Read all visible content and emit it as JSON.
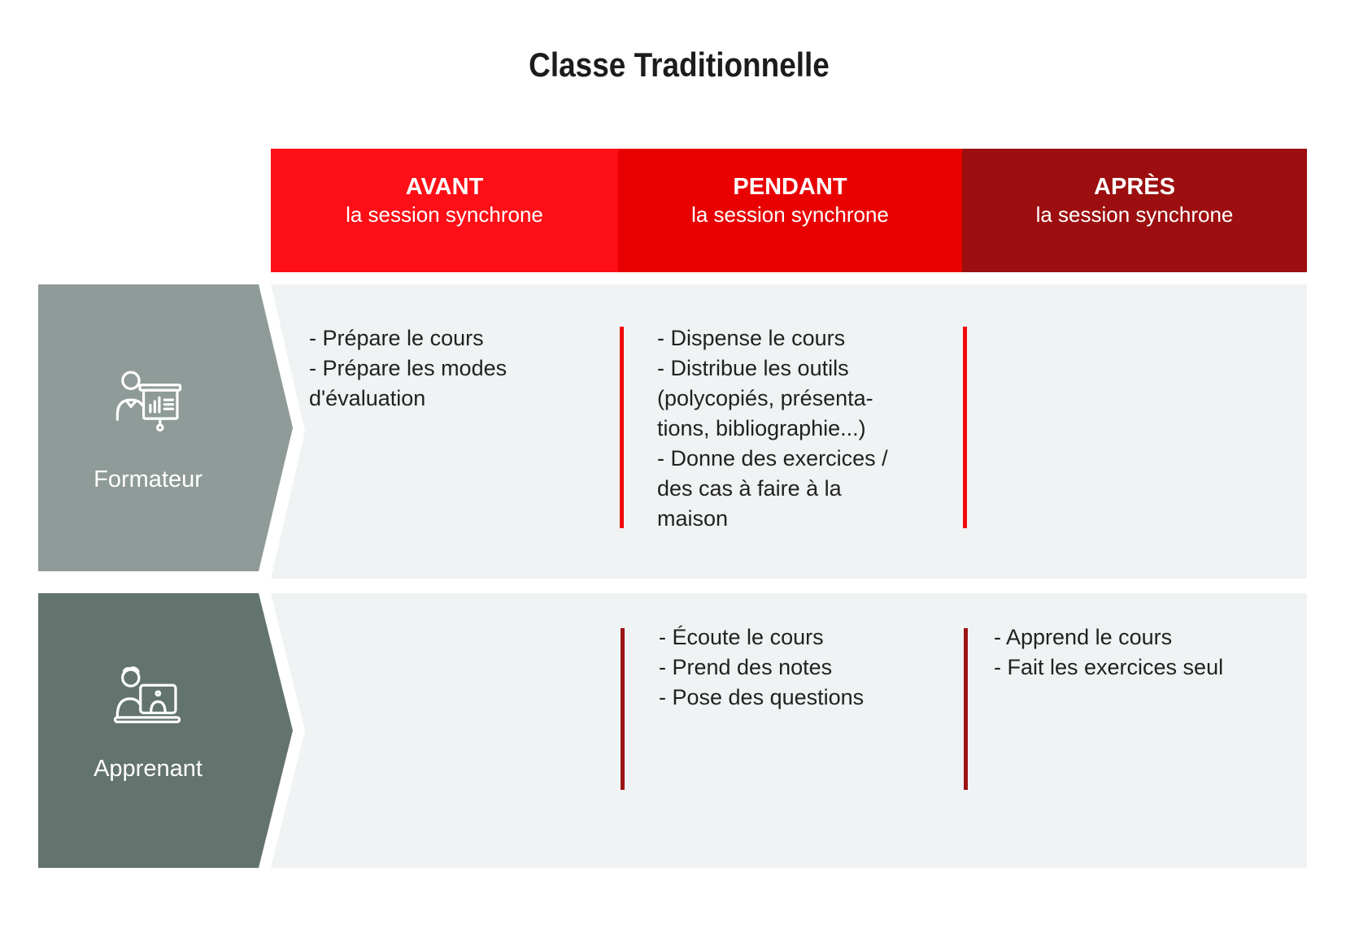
{
  "title": "Classe Traditionnelle",
  "columns": [
    {
      "id": "avant",
      "label": "AVANT",
      "sublabel": "la session synchrone",
      "color": "#fe0e16"
    },
    {
      "id": "pendant",
      "label": "PENDANT",
      "sublabel": "la session synchrone",
      "color": "#e90000"
    },
    {
      "id": "apres",
      "label": "APRÈS",
      "sublabel": "la session synchrone",
      "color": "#9c0e0f"
    }
  ],
  "rows": [
    {
      "id": "formateur",
      "label": "Formateur",
      "icon": "trainer-presentation-icon",
      "chevron_color": "#8f9b98",
      "cells": {
        "avant": "- Prépare le cours\n- Prépare les modes\nd'évaluation",
        "pendant": "- Dispense le cours\n- Distribue les outils\n(polycopiés, présenta-\ntions, bibliographie...)\n- Donne des exercices /\ndes cas à faire à la\nmaison",
        "apres": ""
      }
    },
    {
      "id": "apprenant",
      "label": "Apprenant",
      "icon": "learner-computer-icon",
      "chevron_color": "#63736e",
      "cells": {
        "avant": "",
        "pendant": "- Écoute le cours\n- Prend des notes\n- Pose des questions",
        "apres": "- Apprend le cours\n- Fait les exercices seul"
      }
    }
  ],
  "divider_colors": {
    "row_formateur": "#f10a0a",
    "row_apprenant": "#9b1414"
  },
  "band_color": "#f0f3f4",
  "text_color": "#212121"
}
